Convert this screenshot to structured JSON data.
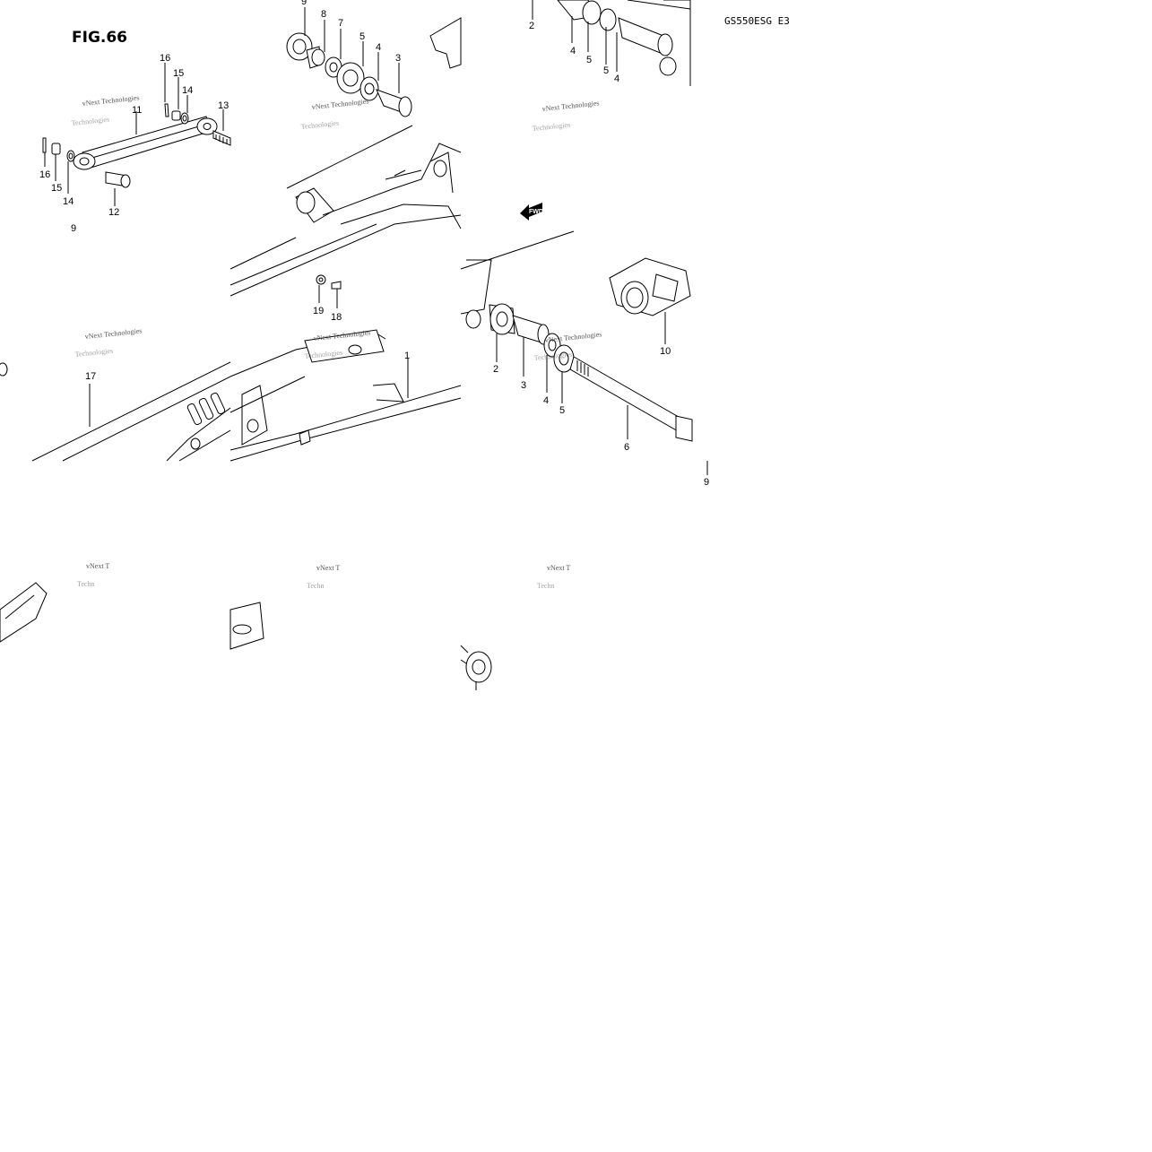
{
  "figure": {
    "title": "FIG.66",
    "model_code": "GS550ESG E3"
  },
  "watermark": {
    "line1": "vNext Technologies",
    "line2": "Technologies",
    "line1_short": "vNext T",
    "line2_short": "Techn"
  },
  "fwd_marker": "FWD",
  "callouts": {
    "p1": "1",
    "p2": "2",
    "p3": "3",
    "p4": "4",
    "p5": "5",
    "p6": "6",
    "p7": "7",
    "p8": "8",
    "p9": "9",
    "p10": "10",
    "p11": "11",
    "p12": "12",
    "p13": "13",
    "p14": "14",
    "p15": "15",
    "p16": "16",
    "p17": "17",
    "p18": "18",
    "p19": "19"
  }
}
